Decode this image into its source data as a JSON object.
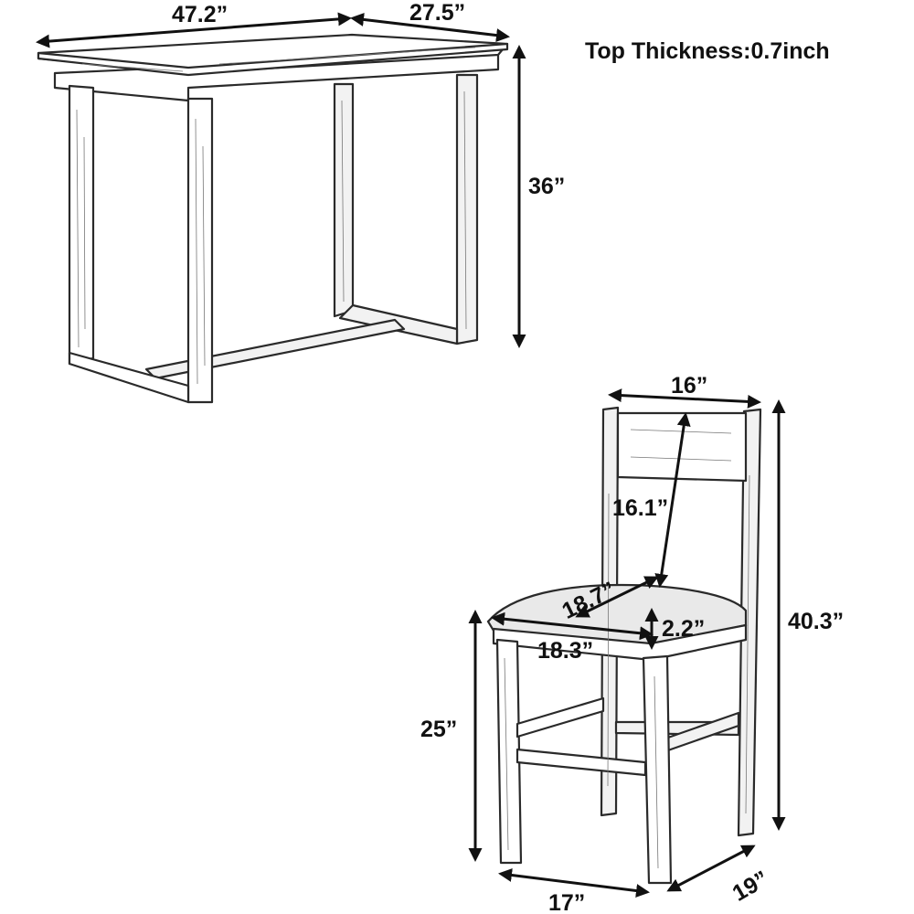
{
  "top_thickness_note": "Top Thickness:0.7inch",
  "table": {
    "length": "47.2”",
    "width": "27.5”",
    "height": "36”"
  },
  "chair": {
    "back_width": "16”",
    "back_height": "16.1”",
    "seat_depth": "18.7”",
    "seat_width": "18.3”",
    "seat_thickness": "2.2”",
    "seat_height": "25”",
    "overall_height": "40.3”",
    "base_width": "17”",
    "base_depth": "19”"
  },
  "colors": {
    "line": "#111111",
    "outline": "#2a2a2a",
    "cushion": "#e9e9e9"
  }
}
